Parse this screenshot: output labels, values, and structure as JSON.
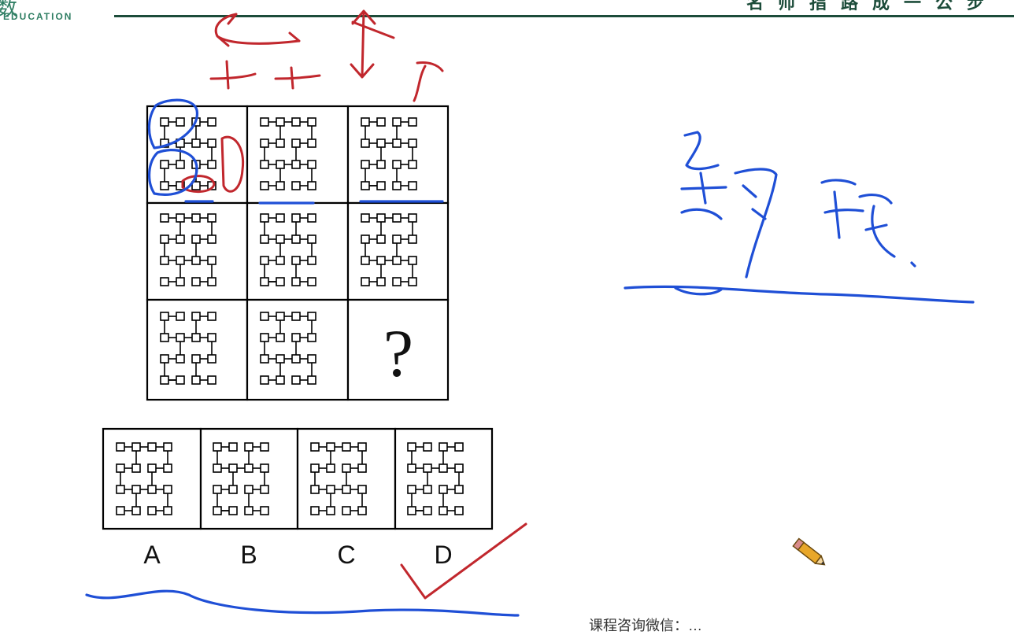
{
  "header": {
    "logo_text": "数",
    "logo_subtitle": "EDUCATION",
    "slogan": "名师指路成一公步"
  },
  "puzzle": {
    "question_mark": "?",
    "options": [
      "A",
      "B",
      "C",
      "D"
    ],
    "selected_answer": "D"
  },
  "footer": {
    "note": "课程咨询微信：…"
  },
  "colors": {
    "red_ink": "#c1272d",
    "blue_ink": "#1f4fd6",
    "brand": "#1c4c3a"
  },
  "icons": {
    "pencil": "pencil-icon"
  }
}
